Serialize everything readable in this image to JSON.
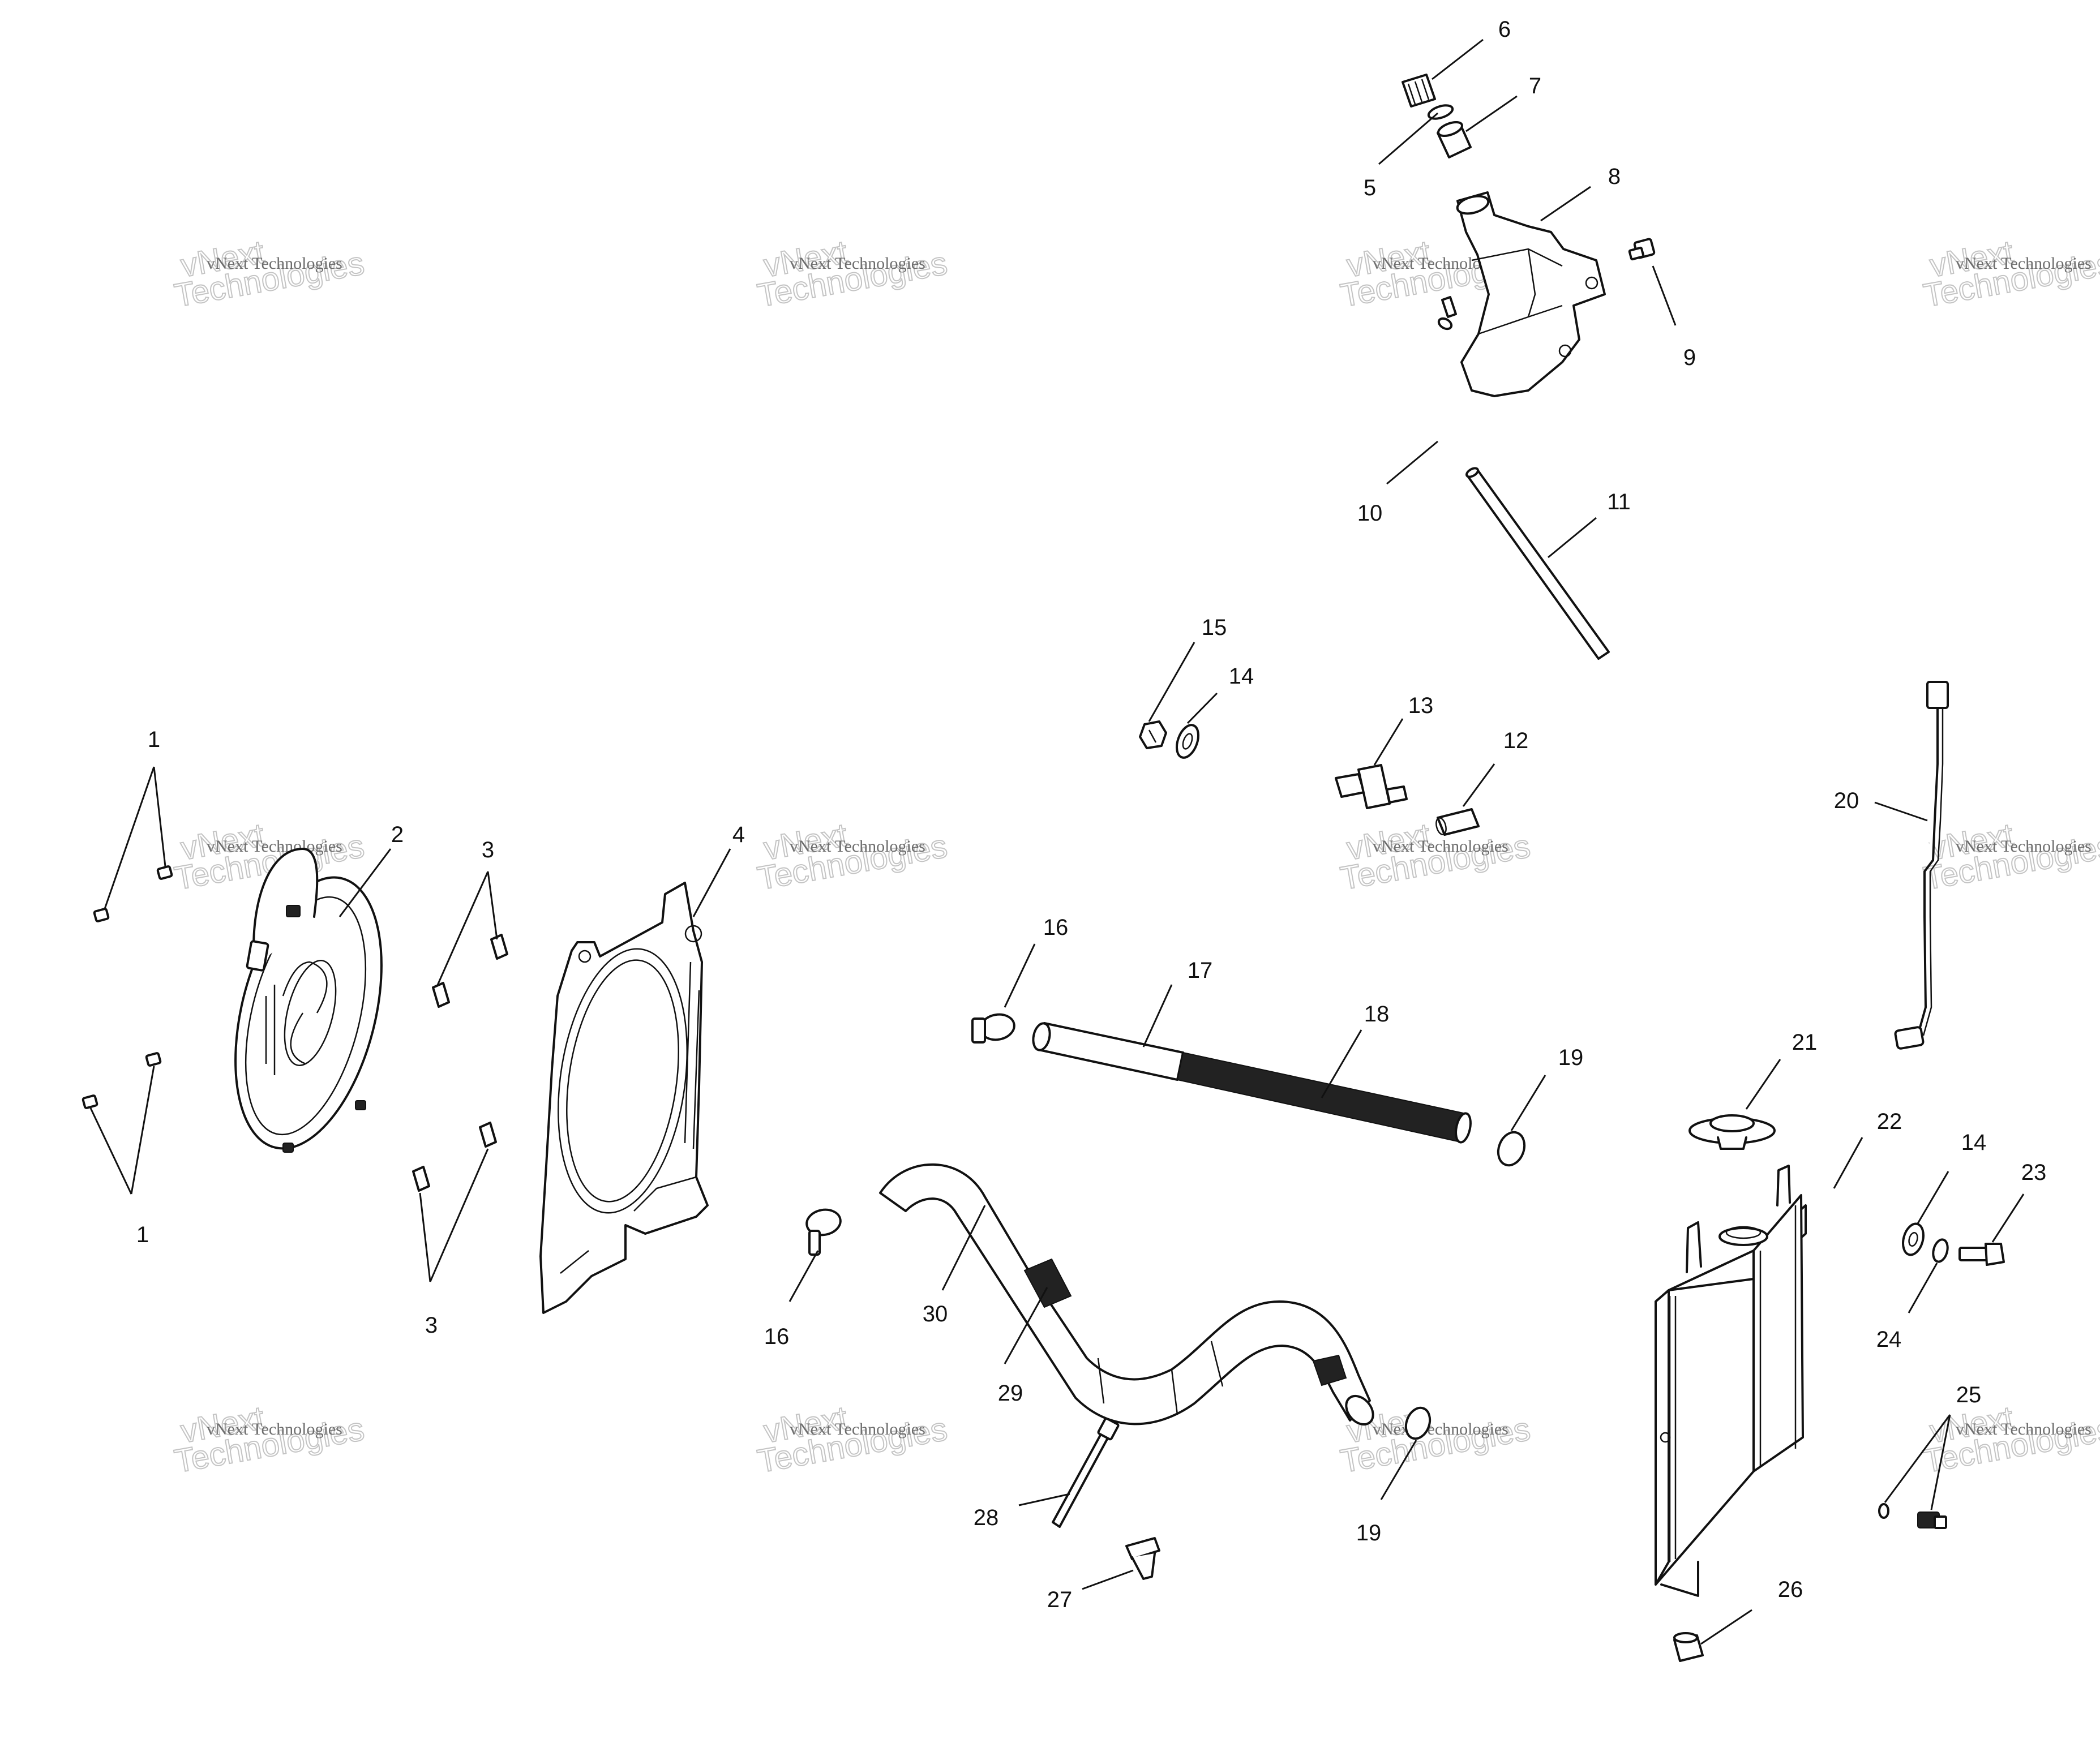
{
  "watermark": {
    "line1": "vNext Technologies",
    "line2_a": "vNext",
    "line2_b": "Technologies"
  },
  "callouts": {
    "c1a": "1",
    "c1b": "1",
    "c2": "2",
    "c3a": "3",
    "c3b": "3",
    "c4": "4",
    "c5": "5",
    "c6": "6",
    "c7": "7",
    "c8": "8",
    "c9": "9",
    "c10": "10",
    "c11": "11",
    "c12": "12",
    "c13": "13",
    "c14a": "14",
    "c14b": "14",
    "c15": "15",
    "c16a": "16",
    "c16b": "16",
    "c17": "17",
    "c18": "18",
    "c19a": "19",
    "c19b": "19",
    "c20": "20",
    "c21": "21",
    "c22": "22",
    "c23": "23",
    "c24": "24",
    "c25": "25",
    "c26": "26",
    "c27": "27",
    "c28": "28",
    "c29": "29",
    "c30": "30"
  }
}
